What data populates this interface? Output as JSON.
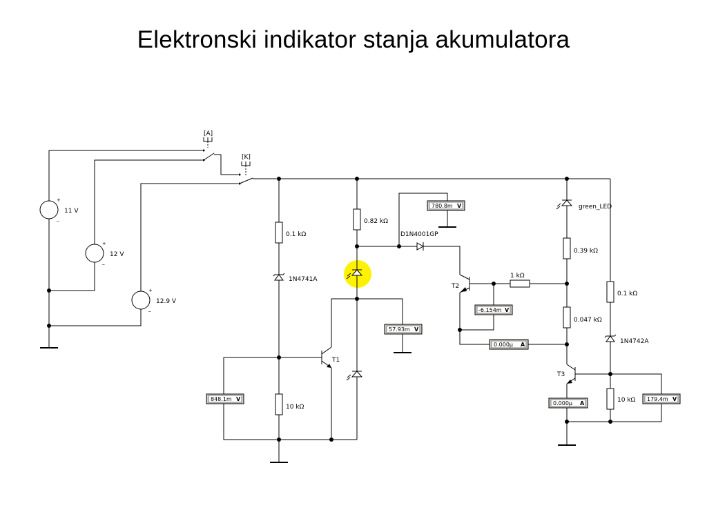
{
  "title": "Elektronski indikator stanja akumulatora",
  "colors": {
    "highlight": "#FFF200",
    "wire": "#000000",
    "meter_face": "#ffffff"
  },
  "switches": {
    "a": "[A]",
    "k": "[K]"
  },
  "sources": [
    {
      "value": "11 V"
    },
    {
      "value": "12 V"
    },
    {
      "value": "12.9 V"
    }
  ],
  "source_signs": {
    "plus": "+",
    "minus": "_"
  },
  "resistors": {
    "r1": "0.1 kΩ",
    "r2": "0.82 kΩ",
    "r3": "10 kΩ",
    "r4": "1 kΩ",
    "r5": "0.39 kΩ",
    "r6": "0.047 kΩ",
    "r7": "0.1 kΩ",
    "r8": "10 kΩ"
  },
  "diodes": {
    "zener1": "1N4741A",
    "d1": "D1N4001GP",
    "zener2": "1N4742A",
    "led_green": "green_LED"
  },
  "transistors": {
    "t1": "T1",
    "t2": "T2",
    "t3": "T3"
  },
  "meters": {
    "m1": {
      "value": "780.8m",
      "unit": "V"
    },
    "m2": {
      "value": "-6.154m",
      "unit": "V"
    },
    "m3": {
      "value": "57.93m",
      "unit": "V"
    },
    "m4": {
      "value": "0.000µ",
      "unit": "A"
    },
    "m5": {
      "value": "848.1m",
      "unit": "V"
    },
    "m6": {
      "value": "0.000µ",
      "unit": "A"
    },
    "m7": {
      "value": "179.4m",
      "unit": "V"
    }
  }
}
